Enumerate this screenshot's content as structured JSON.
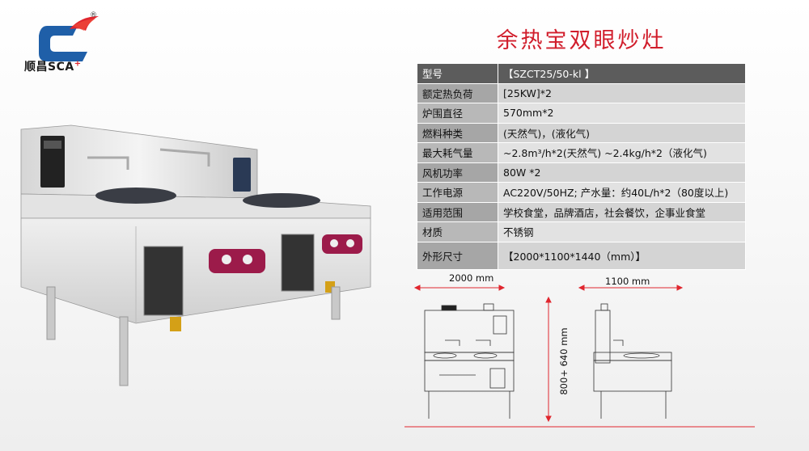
{
  "logo": {
    "brand": "顺昌SCA",
    "plus": "+",
    "registered": "®"
  },
  "title": "余热宝双眼炒灶",
  "specs": [
    {
      "label": "型号",
      "value": "【SZCT25/50-kl  】"
    },
    {
      "label": "额定热负荷",
      "value": "[25KW]*2"
    },
    {
      "label": "炉围直径",
      "value": "570mm*2"
    },
    {
      "label": "燃料种类",
      "value": "(天然气)，(液化气)"
    },
    {
      "label": "最大耗气量",
      "value": "~2.8m³/h*2(天然气)        ~2.4kg/h*2（液化气)"
    },
    {
      "label": "风机功率",
      "value": "80W *2"
    },
    {
      "label": "工作电源",
      "value": "AC220V/50HZ;      产水量：约40L/h*2（80度以上)"
    },
    {
      "label": "适用范围",
      "value": "学校食堂，品牌酒店，社会餐饮，企事业食堂"
    },
    {
      "label": "材质",
      "value": "不锈钢"
    },
    {
      "label": "外形尺寸",
      "value": "【2000*1100*1440（mm）】"
    }
  ],
  "dimensions": {
    "width": "2000 mm",
    "depth": "1100 mm",
    "height": "800+ 640 mm"
  },
  "colors": {
    "title": "#d11d2b",
    "logo_red": "#e0262e",
    "logo_blue": "#1f5fa8"
  }
}
